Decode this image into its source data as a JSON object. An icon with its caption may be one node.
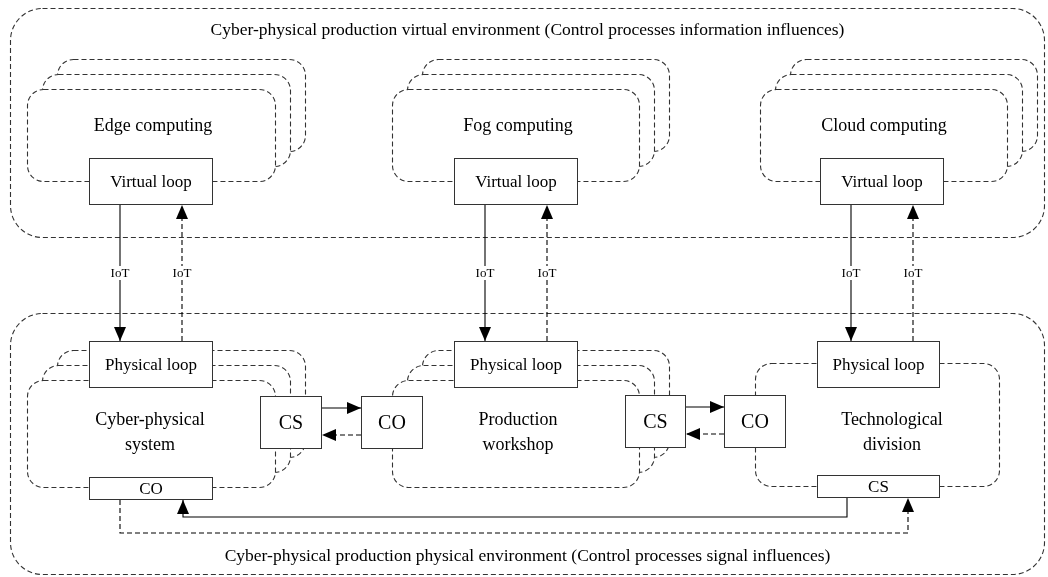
{
  "diagram": {
    "nodes": [
      {
        "text": [
          "Cyber-physical production virtual environment (Control processes information influences)"
        ]
      },
      {
        "text": [
          "Edge computing"
        ],
        "in": 0
      },
      {
        "text": [
          "Virtual loop"
        ],
        "in": 0
      },
      {
        "text": [
          "Fog computing"
        ],
        "in": 0
      },
      {
        "text": [
          "Virtual loop"
        ],
        "in": 0
      },
      {
        "text": [
          "Cloud computing"
        ],
        "in": 0
      },
      {
        "text": [
          "Virtual loop"
        ],
        "in": 0
      },
      {
        "text": [
          "Cyber-physical production physical environment (Control processes signal influences)"
        ]
      },
      {
        "text": [
          "Cyber-physical system"
        ],
        "in": 7
      },
      {
        "text": [
          "Physical loop"
        ],
        "in": 7
      },
      {
        "text": [
          "CS"
        ],
        "in": 7
      },
      {
        "text": [
          "CO"
        ],
        "in": 7
      },
      {
        "text": [
          "CO"
        ],
        "in": 7
      },
      {
        "text": [
          "Production workshop"
        ],
        "in": 7
      },
      {
        "text": [
          "Physical loop"
        ],
        "in": 7
      },
      {
        "text": [
          "CS"
        ],
        "in": 7
      },
      {
        "text": [
          "CO"
        ],
        "in": 7
      },
      {
        "text": [
          "Technological division"
        ],
        "in": 7
      },
      {
        "text": [
          "Physical loop"
        ],
        "in": 7
      },
      {
        "text": [
          "CS"
        ],
        "in": 7
      }
    ],
    "edges": [
      {
        "from": 2,
        "to": 9,
        "arrow": "to",
        "label": "IoT"
      },
      {
        "from": 9,
        "to": 2,
        "arrow": "to",
        "label": "IoT",
        "style": "dashed"
      },
      {
        "from": 4,
        "to": 14,
        "arrow": "to",
        "label": "IoT"
      },
      {
        "from": 14,
        "to": 4,
        "arrow": "to",
        "label": "IoT",
        "style": "dashed"
      },
      {
        "from": 6,
        "to": 18,
        "arrow": "to",
        "label": "IoT"
      },
      {
        "from": 18,
        "to": 6,
        "arrow": "to",
        "label": "IoT",
        "style": "dashed"
      },
      {
        "from": 10,
        "to": 12,
        "arrow": "to"
      },
      {
        "from": 12,
        "to": 10,
        "arrow": "to",
        "style": "dashed"
      },
      {
        "from": 15,
        "to": 16,
        "arrow": "to"
      },
      {
        "from": 16,
        "to": 15,
        "arrow": "to",
        "style": "dashed"
      },
      {
        "from": 19,
        "to": 11,
        "arrow": "to"
      },
      {
        "from": 11,
        "to": 19,
        "arrow": "to",
        "style": "dashed"
      }
    ]
  }
}
